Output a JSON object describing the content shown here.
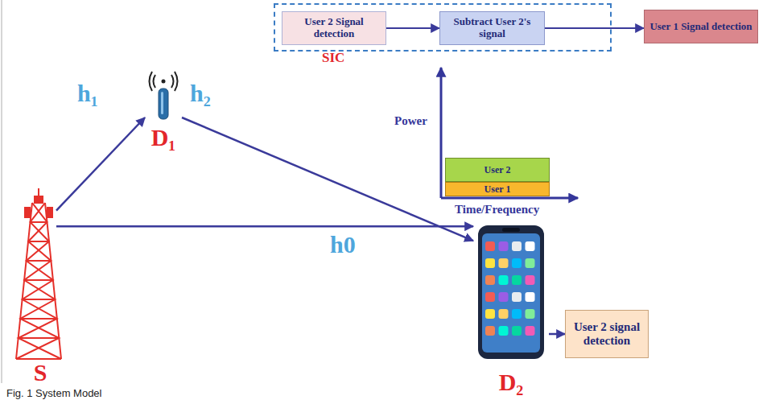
{
  "diagram": {
    "caption": "Fig. 1 System Model",
    "nodes": [
      {
        "text": [
          "SIC"
        ]
      },
      {
        "text": [
          "User 2 Signal detection"
        ],
        "in": 0
      },
      {
        "text": [
          "Subtract User 2's signal"
        ],
        "in": 0
      },
      {
        "text": [
          "User 1 Signal detection"
        ]
      },
      {
        "text": [
          "D₁"
        ]
      },
      {
        "text": [
          "User 2"
        ]
      },
      {
        "text": [
          "User 1"
        ]
      },
      {
        "text": [
          "S"
        ]
      },
      {
        "text": [
          "D₂"
        ]
      },
      {
        "text": [
          "User 2 signal detection"
        ]
      }
    ],
    "edges": [
      {
        "from": 1,
        "to": 2,
        "arrow": "to"
      },
      {
        "from": 2,
        "to": 3,
        "arrow": "to"
      },
      {
        "from": 7,
        "to": 4,
        "label": "h₁",
        "arrow": "to"
      },
      {
        "from": 4,
        "to": 8,
        "label": "h₂",
        "arrow": "to"
      },
      {
        "from": 7,
        "to": 8,
        "label": "h0",
        "arrow": "to"
      },
      {
        "from": 8,
        "to": 9,
        "arrow": "to"
      }
    ],
    "labels": [
      "Power",
      "Time/Frequency"
    ]
  }
}
